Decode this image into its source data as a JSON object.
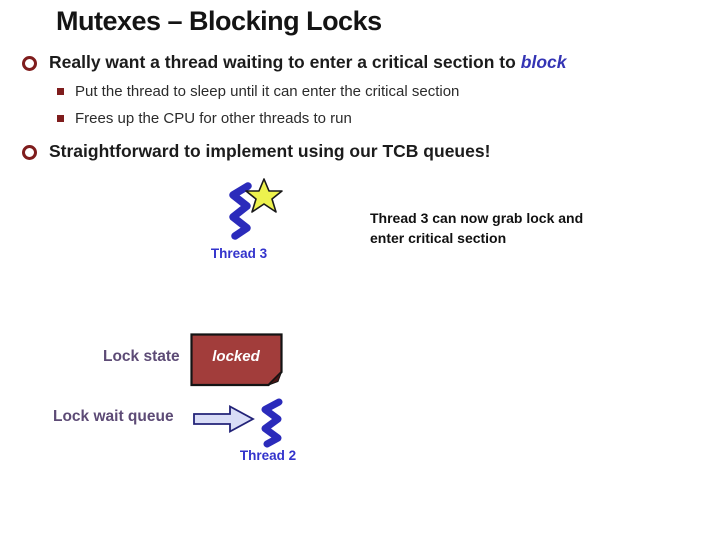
{
  "slide": {
    "title": "Mutexes – Blocking Locks",
    "bullet1": {
      "text": "Really want a thread waiting to enter a critical section to",
      "emphasis": "block"
    },
    "sub_bullets": [
      "Put the thread to sleep until it can enter the critical section",
      "Frees up the CPU for other threads to run"
    ],
    "bullet2": "Straightforward to implement using our TCB queues!"
  },
  "diagram": {
    "thread3": {
      "label": "Thread 3",
      "icon": "zigzag-thread-with-star"
    },
    "annotation": {
      "line1": "Thread 3 can now grab lock and",
      "line2": "enter critical section"
    },
    "lock_state": {
      "label": "Lock state",
      "value": "locked",
      "shape": "folded-corner-box"
    },
    "lock_wait_queue": {
      "label": "Lock wait queue",
      "icon": "block-arrow-right"
    },
    "thread2": {
      "label": "Thread 2",
      "icon": "zigzag-thread"
    }
  },
  "colors": {
    "bullet_red": "#7F1D1D",
    "emphasis_blue": "#3434B4",
    "thread_blue": "#2B2BBB",
    "label_purple": "#5D4B76",
    "lock_box_red": "#A23D3B",
    "lock_box_border": "#141414",
    "arrow_fill": "#D9DDF7",
    "arrow_stroke": "#232378",
    "star_yellow": "#EDF24E"
  }
}
